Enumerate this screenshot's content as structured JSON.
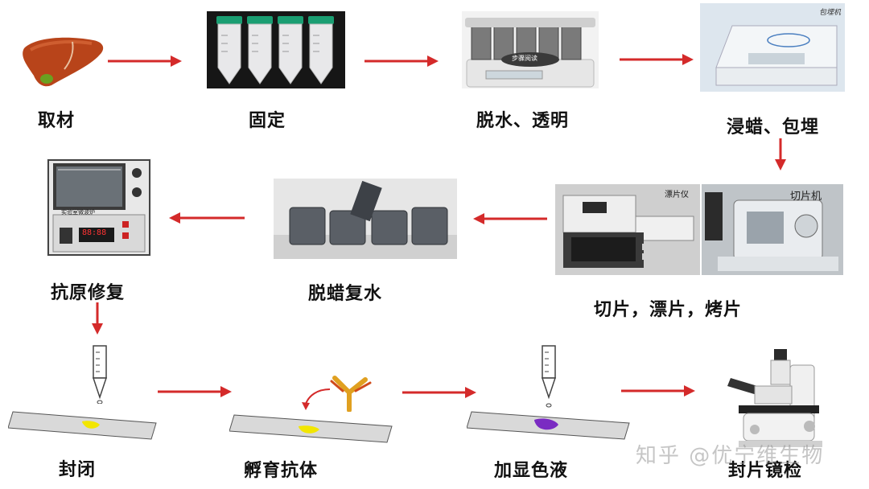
{
  "steps": {
    "sampling": "取材",
    "fixation": "固定",
    "dehydration": "脱水、透明",
    "embedding": "浸蜡、包埋",
    "sectioning": "切片，漂片，烤片",
    "dewax": "脱蜡复水",
    "antigen_retrieval": "抗原修复",
    "blocking": "封闭",
    "incubation": "孵育抗体",
    "staining": "加显色液",
    "mounting": "封片镜检"
  },
  "photo_text": {
    "dehydrator_label": "步骤阅读",
    "microwave_label": "实验室微波炉",
    "microwave_display": "88:88",
    "microtome_label": "切片机",
    "floater_label": "漂片仪",
    "embedder_label": "包埋机"
  },
  "watermark": "知乎 @优宁维生物",
  "colors": {
    "arrow": "#d42a2a",
    "tissue_yellow": "#f2e600",
    "tissue_purple": "#7a2bc2",
    "slide": "#d9d9d9"
  }
}
